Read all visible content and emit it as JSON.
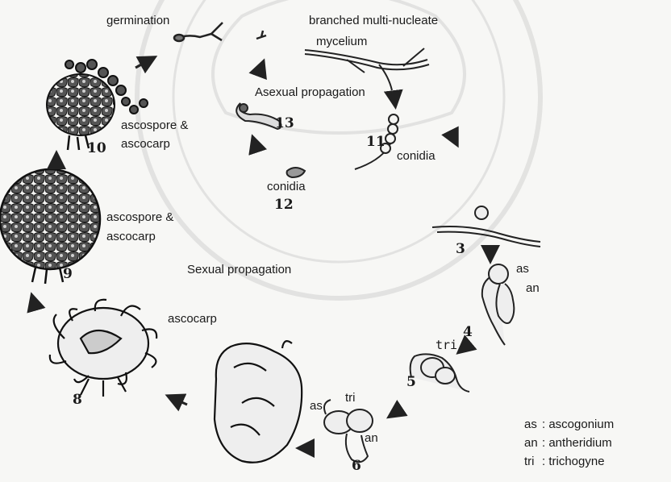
{
  "labels": {
    "germination": "germination",
    "branched": "branched multi-nucleate",
    "mycelium": "mycelium",
    "asexual": "Asexual propagation",
    "ascospore_ascocarp_10": "ascospore &",
    "ascocarp_10": "ascocarp",
    "conidia_11": "conidia",
    "conidia_12": "conidia",
    "ascospore_9": "ascospore &",
    "ascocarp_9": "ascocarp",
    "sexual": "Sexual propagation",
    "ascocarp_8": "ascocarp",
    "as_top": "as",
    "an_top": "an",
    "tri_4": "tri",
    "as_bottom": "as",
    "tri_bottom": "tri",
    "an_bottom": "an"
  },
  "stage_numbers": {
    "n3": "3",
    "n4": "4",
    "n5": "5",
    "n6": "6",
    "n8": "8",
    "n9": "9",
    "n10": "10",
    "n11": "11",
    "n12": "12",
    "n13": "13"
  },
  "legend": [
    {
      "abbr": "as",
      "sep": ":",
      "term": "ascogonium"
    },
    {
      "abbr": "an",
      "sep": ":",
      "term": "antheridium"
    },
    {
      "abbr": "tri",
      "sep": ":",
      "term": "trichogyne"
    }
  ]
}
